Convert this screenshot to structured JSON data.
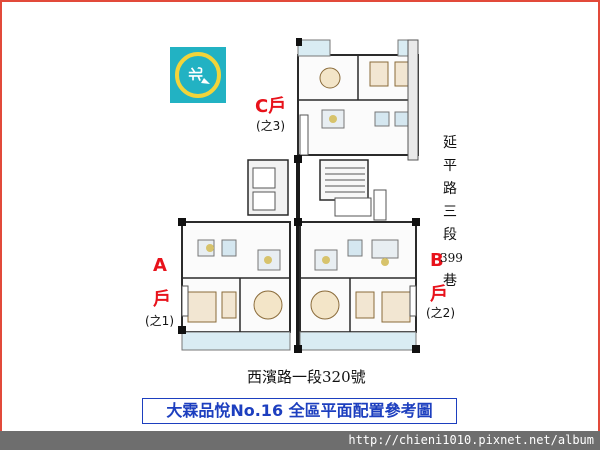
{
  "units": {
    "c": {
      "label": "C戶",
      "sub": "(之3)"
    },
    "a": {
      "label_top": "A",
      "label_bottom": "戶",
      "sub": "(之1)"
    },
    "b": {
      "label_top": "B",
      "label_bottom": "戶",
      "sub": "(之2)"
    }
  },
  "compass": {
    "glyph": "北",
    "icon": "north-arrow-icon"
  },
  "street_vertical": [
    "延",
    "平",
    "路",
    "三",
    "段",
    "399",
    "巷"
  ],
  "street_horizontal": "西濱路一段320號",
  "caption": "大霖品悅No.16 全區平面配置參考圖",
  "watermark": "http://chieni1010.pixnet.net/album",
  "colors": {
    "frame": "#e24a3a",
    "label": "#e8121b",
    "caption": "#1d3fbf",
    "compass_bg": "#22b2c3",
    "compass_ring": "#f2d43a",
    "footer": "#6e6e6e"
  }
}
